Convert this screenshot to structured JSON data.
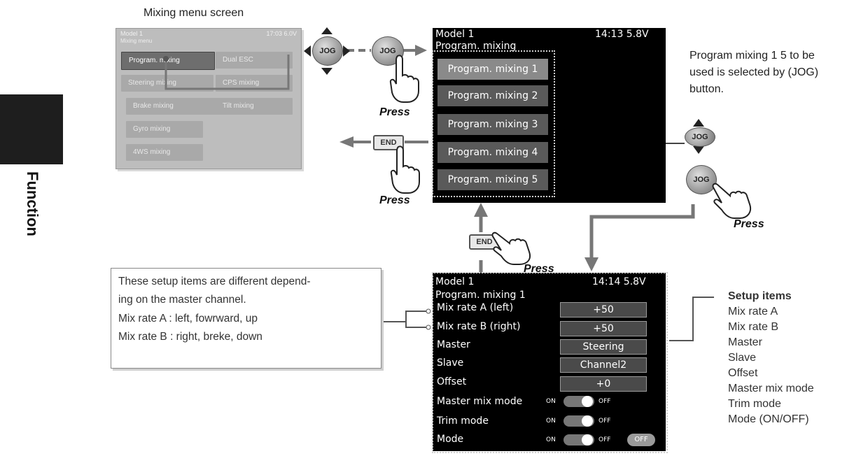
{
  "side_label": "Function",
  "menu_caption": "Mixing menu screen",
  "menu_screen": {
    "header_left": "Model 1",
    "header_right": "17:03 6.0V",
    "subtitle": "Mixing menu",
    "buttons": [
      "Program. mixing",
      "Dual ESC",
      "Steering mixing",
      "CPS mixing",
      "Brake mixing",
      "Tilt mixing",
      "Gyro mixing",
      "4WS mixing"
    ]
  },
  "jog_label": "JOG",
  "end_label": "END",
  "press_label": "Press",
  "select_screen": {
    "model": "Model 1",
    "status": "14:13 5.8V",
    "title": "Program. mixing",
    "items": [
      "Program. mixing 1",
      "Program. mixing 2",
      "Program. mixing 3",
      "Program. mixing 4",
      "Program. mixing 5"
    ]
  },
  "right_note": {
    "line1": "Program mixing 1 5 to be",
    "line2": "used is selected by (JOG)",
    "line3": "button."
  },
  "setup_screen": {
    "model": "Model 1",
    "status": "14:14 5.8V",
    "title": "Program. mixing 1",
    "rows": [
      {
        "label": "Mix rate A (left)",
        "value": "+50"
      },
      {
        "label": "Mix rate B (right)",
        "value": "+50"
      },
      {
        "label": "Master",
        "value": "Steering"
      },
      {
        "label": "Slave",
        "value": "Channel2"
      },
      {
        "label": "Offset",
        "value": "+0"
      }
    ],
    "toggles": [
      {
        "label": "Master mix mode",
        "on": "ON",
        "off": "OFF"
      },
      {
        "label": "Trim mode",
        "on": "ON",
        "off": "OFF"
      },
      {
        "label": "Mode",
        "on": "ON",
        "off": "OFF",
        "state": "OFF"
      }
    ]
  },
  "note_box": {
    "line1": "These setup items are different depend-",
    "line2": "ing on the master channel.",
    "line3": "Mix rate A   : left, fowrward, up",
    "line4": "Mix rate B   : right, breke, down"
  },
  "setup_items": {
    "title": "Setup items",
    "items": [
      "Mix rate A",
      "Mix rate B",
      "Master",
      "Slave",
      "Offset",
      "Master mix mode",
      "Trim mode",
      "Mode (ON/OFF)"
    ]
  },
  "colors": {
    "screen": "#000000",
    "button": "#5a5a5a",
    "selected_button": "#8a8a8a",
    "side_tab": "#1e1e1e"
  }
}
